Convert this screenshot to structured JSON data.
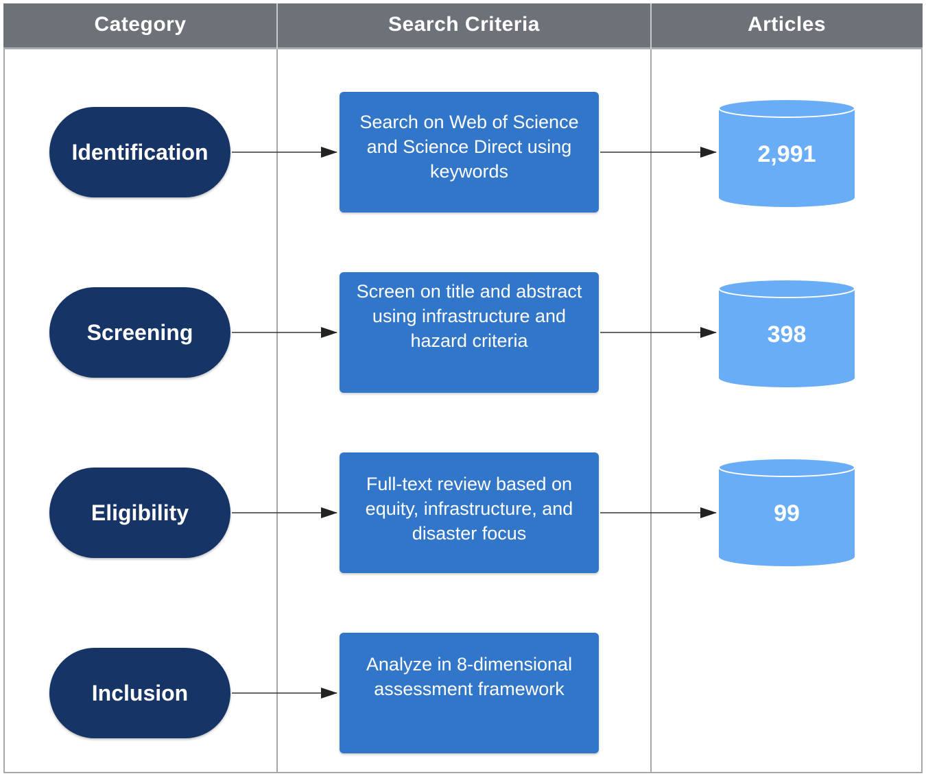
{
  "headers": {
    "category": "Category",
    "criteria": "Search Criteria",
    "articles": "Articles"
  },
  "colors": {
    "header_bg": "#6d7278",
    "stage_pill": "#163466",
    "criteria_box": "#3276c9",
    "cylinder": "#6aadf7"
  },
  "rows": [
    {
      "category": "Identification",
      "criteria": "Search on Web of Science and Science Direct using keywords",
      "articles": "2,991"
    },
    {
      "category": "Screening",
      "criteria": "Screen on title and abstract using infrastructure and hazard criteria",
      "articles": "398"
    },
    {
      "category": "Eligibility",
      "criteria": "Full-text review based on equity, infrastructure, and disaster focus",
      "articles": "99"
    },
    {
      "category": "Inclusion",
      "criteria": "Analyze in 8-dimensional assessment framework"
    }
  ]
}
